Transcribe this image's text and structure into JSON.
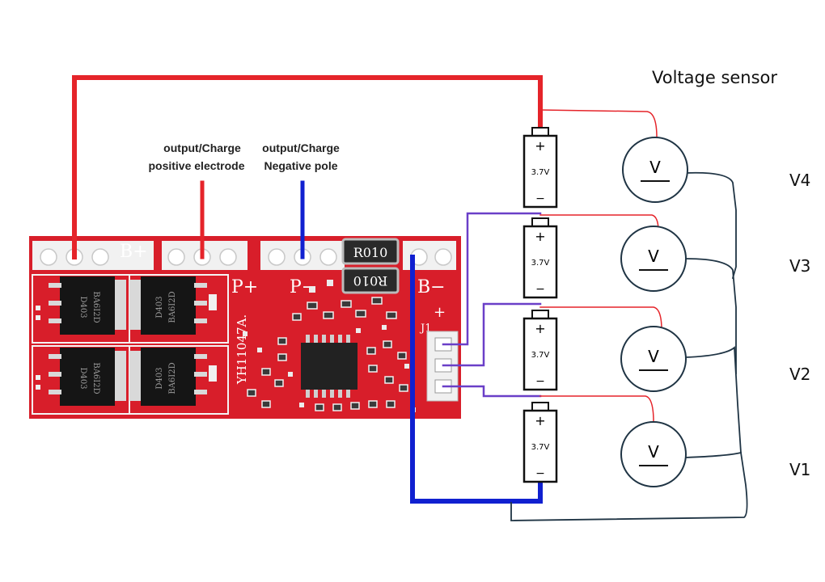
{
  "title": "Voltage sensor",
  "labels": {
    "positive": [
      "output/Charge",
      "positive electrode"
    ],
    "negative": [
      "output/Charge",
      "Negative pole"
    ]
  },
  "board": {
    "b_plus": "B+",
    "p_plus": "P+",
    "p_minus": "P−",
    "b_minus": "B−",
    "j1": "J1",
    "model": "YH11047A.",
    "resistor": "R010",
    "mosfet_code": [
      "D403",
      "BA6I2D"
    ]
  },
  "cells": [
    {
      "voltage": "3.7V",
      "plus": "+",
      "minus": "−"
    },
    {
      "voltage": "3.7V",
      "plus": "+",
      "minus": "−"
    },
    {
      "voltage": "3.7V",
      "plus": "+",
      "minus": "−"
    },
    {
      "voltage": "3.7V",
      "plus": "+",
      "minus": "−"
    }
  ],
  "meters": [
    {
      "symbol": "V",
      "name": "V4"
    },
    {
      "symbol": "V",
      "name": "V3"
    },
    {
      "symbol": "V",
      "name": "V2"
    },
    {
      "symbol": "V",
      "name": "V1"
    }
  ],
  "colors": {
    "red_wire": "#e5242a",
    "blue_wire": "#1020d0",
    "purple_wire": "#6a3fc8",
    "dark_wire": "#1f3444",
    "pcb": "#d81e2a"
  }
}
